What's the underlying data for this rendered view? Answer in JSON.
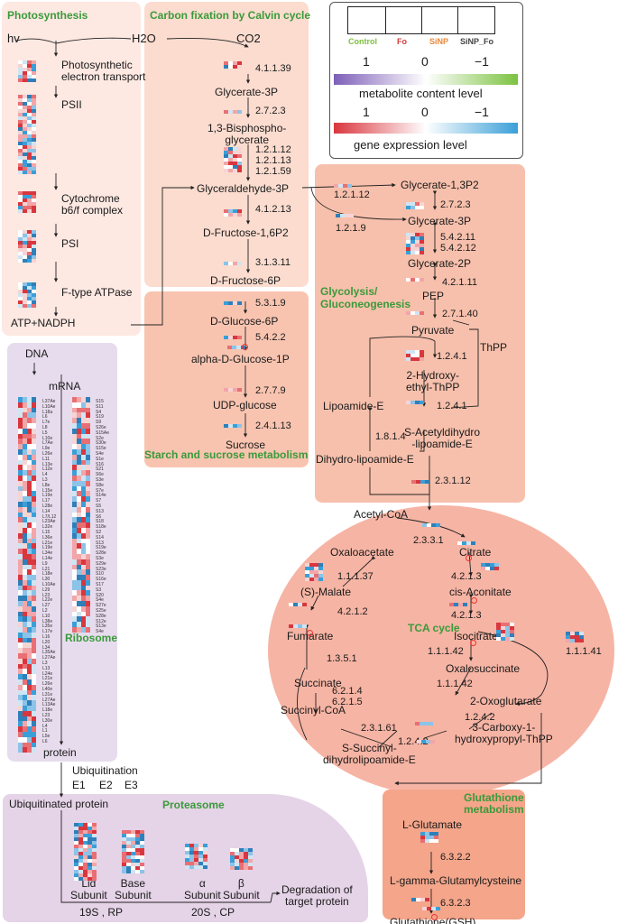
{
  "titles": {
    "photosynthesis": "Photosynthesis",
    "calvin": "Carbon fixation by Calvin cycle",
    "starch": "Starch and sucrose metabolism",
    "glycolysis": "Glycolysis/\nGluconeogenesis",
    "ribosome": "Ribosome",
    "tca": "TCA cycle",
    "proteasome": "Proteasome",
    "glutathione": "Glutathione\nmetabolism"
  },
  "legend": {
    "groups": [
      {
        "label": "Control",
        "color": "#7cbf3e"
      },
      {
        "label": "Fo",
        "color": "#d23b3b"
      },
      {
        "label": "SiNP",
        "color": "#e8883a"
      },
      {
        "label": "SiNP_Fo",
        "color": "#444444"
      }
    ],
    "metabolite_scale": {
      "values": [
        "1",
        "0",
        "−1"
      ],
      "title": "metabolite content level",
      "colors": [
        "#7e5fb8",
        "#ffffff",
        "#7cc241"
      ]
    },
    "gene_scale": {
      "values": [
        "1",
        "0",
        "−1"
      ],
      "title": "gene expression level",
      "colors": [
        "#d9363e",
        "#ffffff",
        "#3a9fd8"
      ]
    }
  },
  "photosynthesis": {
    "hv": "hv",
    "h2o": "H2O",
    "co2": "CO2",
    "items": [
      "Photosynthetic\nelectron transport",
      "PSII",
      "Cytochrome\nb6/f complex",
      "PSI",
      "F-type ATPase"
    ],
    "atp": "ATP+NADPH"
  },
  "calvin": {
    "nodes": [
      "Glycerate-3P",
      "1,3-Bisphospho-\nglycerate",
      "Glyceraldehyde-3P",
      "D-Fructose-1,6P2",
      "D-Fructose-6P"
    ],
    "enzymes": [
      "4.1.1.39",
      "2.7.2.3",
      "1.2.1.12\n1.2.1.13\n1.2.1.59",
      "4.1.2.13",
      "3.1.3.11"
    ]
  },
  "starch": {
    "nodes": [
      "D-Glucose-6P",
      "alpha-D-Glucose-1P",
      "UDP-glucose",
      "Sucrose"
    ],
    "enzymes": [
      "5.3.1.9",
      "5.4.2.2",
      "2.7.7.9",
      "2.4.1.13"
    ]
  },
  "glycolysis": {
    "nodes": [
      "Glycerate-1,3P2",
      "Glycerate-3P",
      "Glycerate-2P",
      "PEP",
      "Pyruvate",
      "ThPP",
      "2-Hydroxy-\nethyl-ThPP",
      "Lipoamide-E",
      "S-Acetyldihydro\n-lipoamide-E",
      "Dihydro-lipoamide-E"
    ],
    "enzymes": [
      "1.2.1.12",
      "1.2.1.9",
      "2.7.2.3",
      "5.4.2.11\n5.4.2.12",
      "4.2.1.11",
      "2.7.1.40",
      "1.2.4.1",
      "1.2.4.1",
      "1.8.1.4",
      "2.3.1.12"
    ]
  },
  "ribosome": {
    "dna": "DNA",
    "mrna": "mRNA",
    "protein": "protein",
    "large": [
      "L37Ae",
      "L10Ae",
      "L18a",
      "L6",
      "L7e",
      "L8",
      "L5",
      "L10e",
      "L7Ae",
      "L9e",
      "L26e",
      "L11",
      "L13e",
      "L12e",
      "L4",
      "L3",
      "L8e",
      "L15e",
      "L19e",
      "L17",
      "L28e",
      "L14",
      "L7/L12",
      "L23Ae",
      "L32e",
      "L15",
      "L36e",
      "L21e",
      "L19e",
      "L34e",
      "L14e",
      "L9",
      "L21",
      "L18e",
      "L30",
      "L10Ae",
      "L29",
      "L23",
      "L22e",
      "L27",
      "L2",
      "L10",
      "L38e",
      "L35e",
      "L17e",
      "L16",
      "L20",
      "L34",
      "L35Ae",
      "L27Ae",
      "L3",
      "L13",
      "L24e",
      "L21e",
      "L26e",
      "L40e",
      "L31e",
      "L27Ae",
      "L13Ae",
      "L18e",
      "L23",
      "L30e",
      "L4",
      "L1",
      "L5e",
      "L6"
    ],
    "small": [
      "S15",
      "S11",
      "S4",
      "S19",
      "S9",
      "S26e",
      "S15Ae",
      "S2e",
      "S30e",
      "S15e",
      "S4e",
      "S1e",
      "S16",
      "S21",
      "S6e",
      "S3e",
      "S8e",
      "S7e",
      "S14e",
      "S7",
      "S5",
      "S13",
      "S6",
      "S18",
      "S18e",
      "S2",
      "S14",
      "S13",
      "S19e",
      "S28e",
      "S3e",
      "S29e",
      "S23e",
      "S10",
      "S16e",
      "S17",
      "S3",
      "S20",
      "S4e",
      "S27e",
      "S25e",
      "S28e",
      "S12e",
      "S13e",
      "S4e"
    ]
  },
  "ubiq": {
    "title": "Ubiquitination",
    "e": [
      "E1",
      "E2",
      "E3"
    ],
    "ub_protein": "Ubiquitinated protein",
    "subunits": [
      "Lid\nSubunit",
      "Base\nSubunit",
      "α\nSubunit",
      "β\nSubunit"
    ],
    "rp": "19S , RP",
    "cp": "20S , CP",
    "degradation": "Degradation of\ntarget protein"
  },
  "tca": {
    "nodes": [
      "Acetyl-CoA",
      "Oxaloacetate",
      "Citrate",
      "(S)-Malate",
      "cis-Aconitate",
      "Fumarate",
      "Isocitrate",
      "Oxalosuccinate",
      "Succinate",
      "2-Oxoglutarate",
      "Succinyl-CoA",
      "3-Carboxy-1-\nhydroxypropyl-ThPP",
      "S-Succinyl-\ndihydrolipoamide-E"
    ],
    "enzymes": [
      "2.3.3.1",
      "1.1.1.37",
      "4.2.1.3",
      "4.2.1.2",
      "4.2.1.3",
      "1.1.1.42",
      "1.1.1.41",
      "1.3.5.1",
      "1.1.1.42",
      "6.2.1.4\n6.2.1.5",
      "1.2.4.2",
      "2.3.1.61",
      "1.2.4.2"
    ]
  },
  "glutathione": {
    "nodes": [
      "L-Glutamate",
      "L-gamma-Glutamylcysteine",
      "Glutathione(GSH)"
    ],
    "enzymes": [
      "6.3.2.2",
      "6.3.2.3"
    ]
  }
}
